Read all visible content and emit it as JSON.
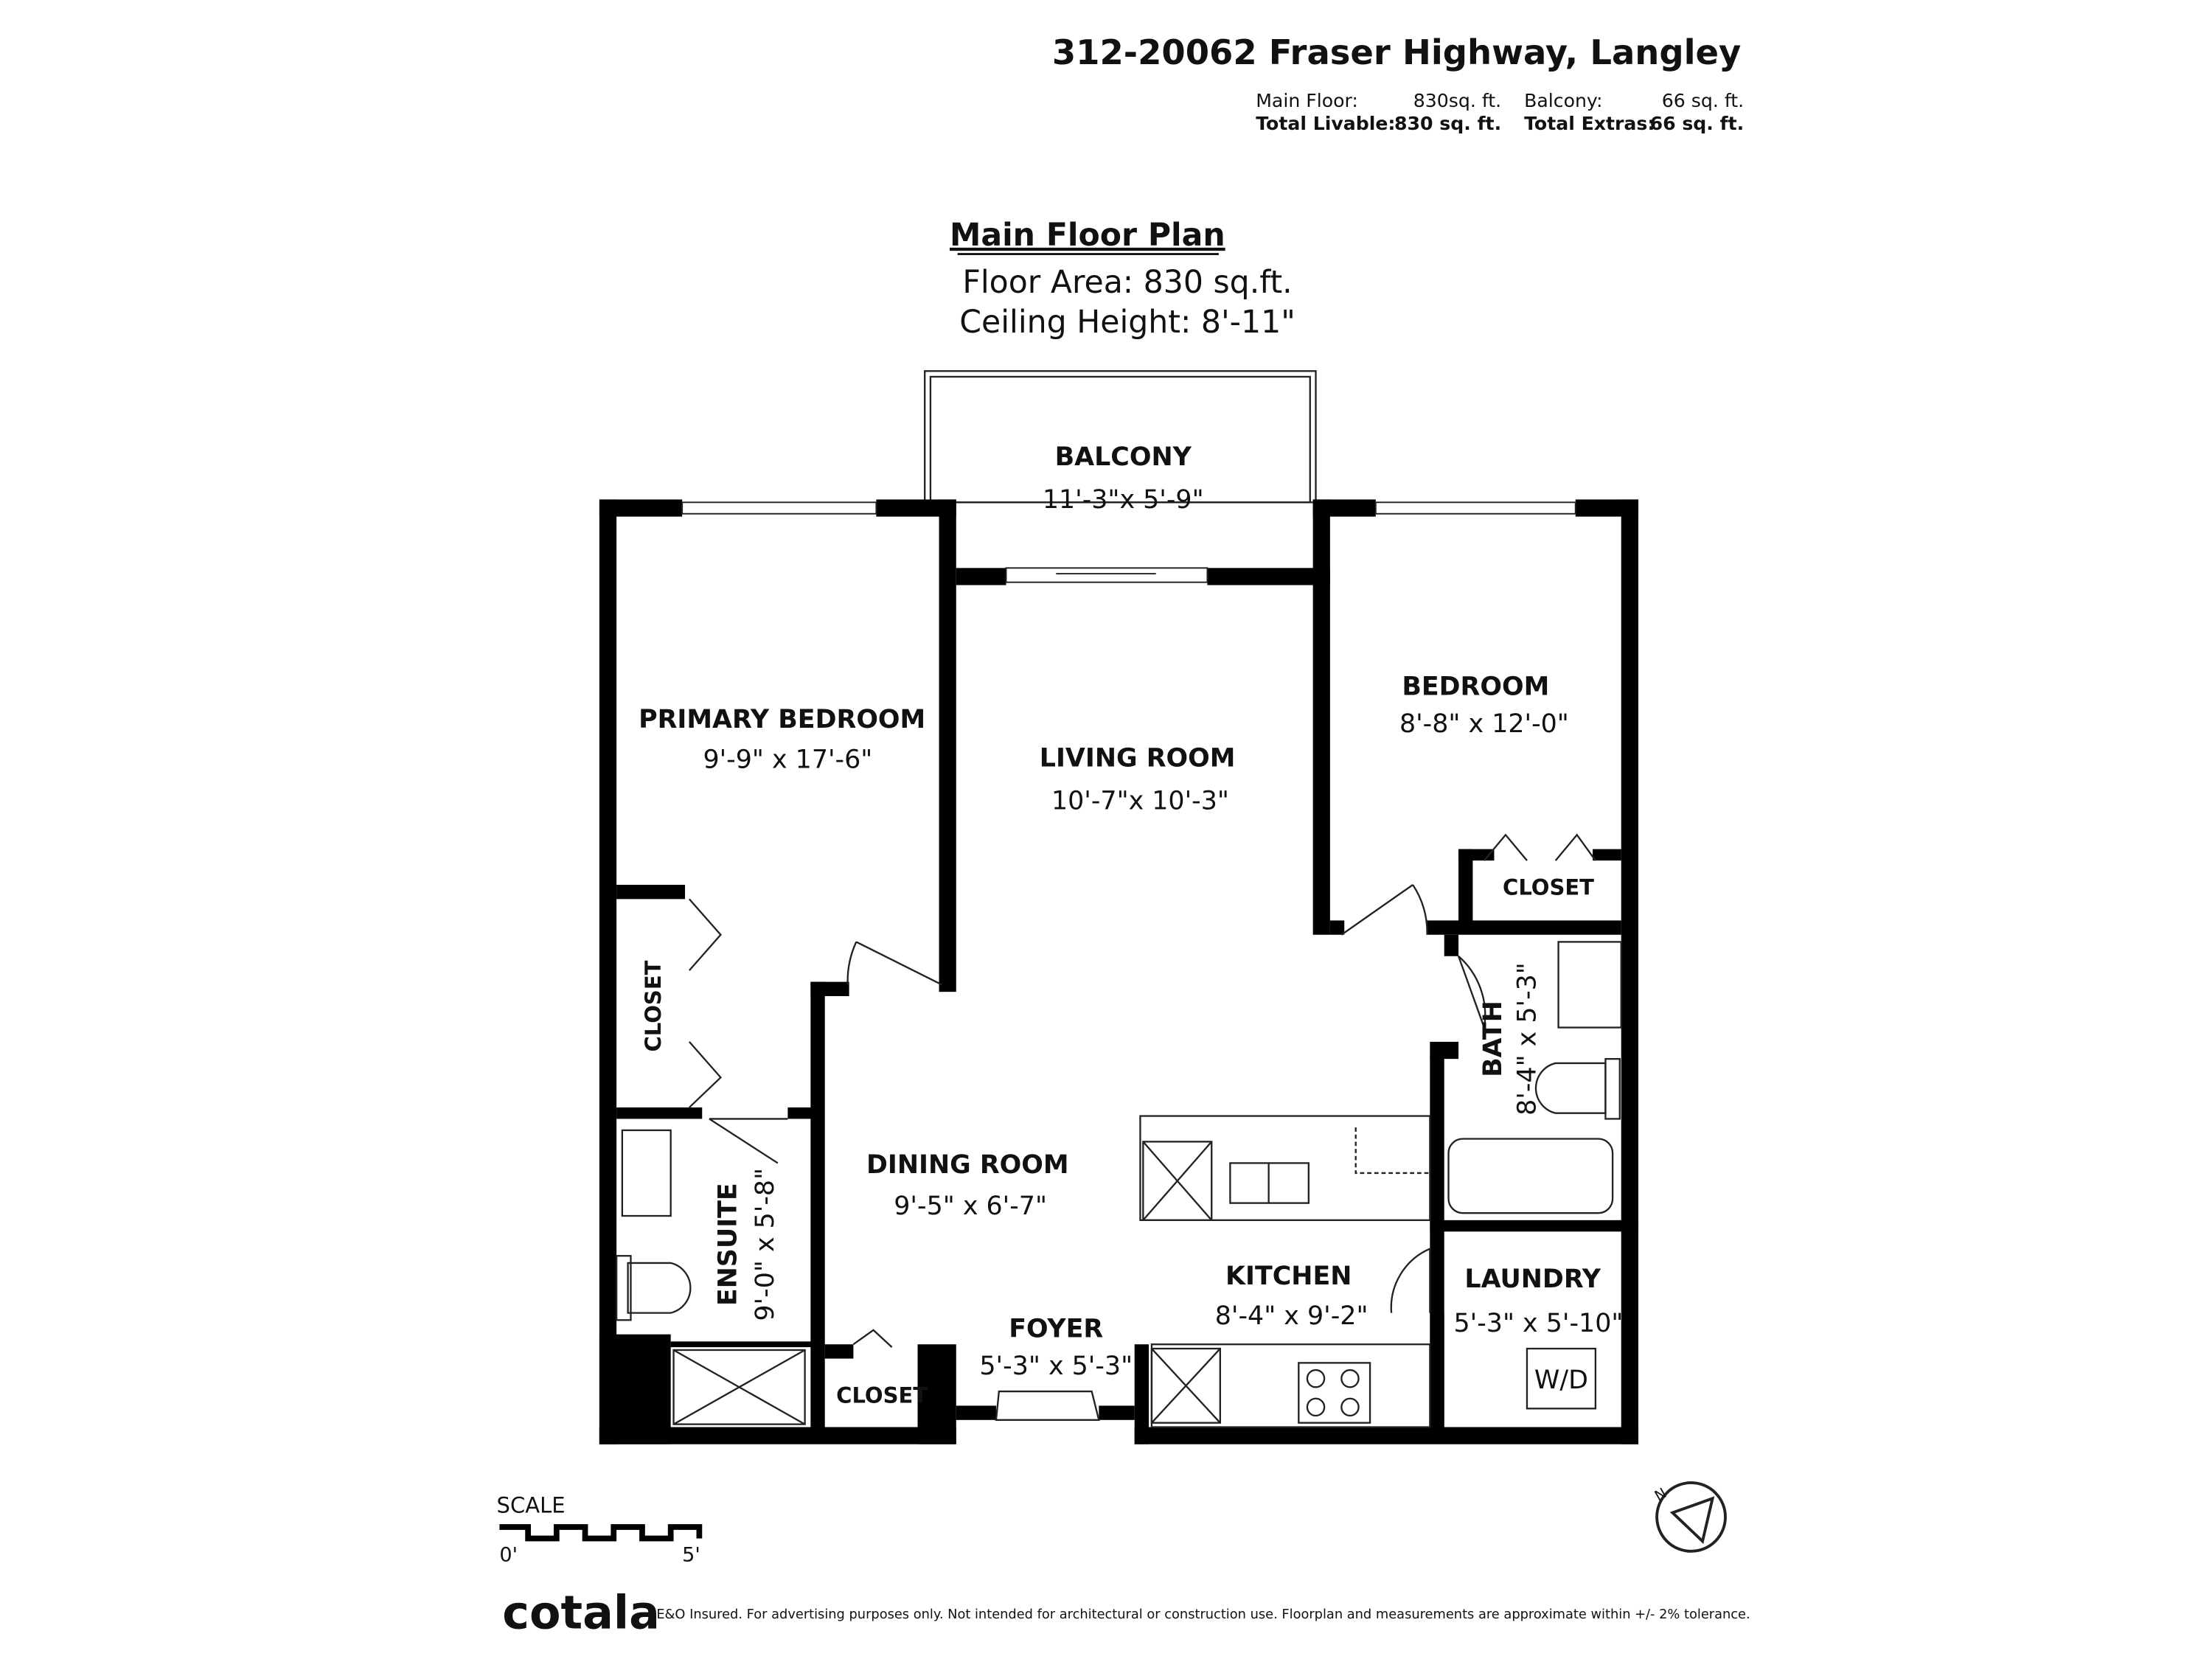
{
  "header": {
    "address": "312-20062 Fraser Highway, Langley",
    "summary": {
      "main_floor_label": "Main Floor:",
      "main_floor_value": "830sq. ft.",
      "balcony_label": "Balcony:",
      "balcony_value": "66 sq. ft.",
      "total_livable_label": "Total Livable:",
      "total_livable_value": "830 sq. ft.",
      "total_extras_label": "Total Extras:",
      "total_extras_value": "66 sq. ft."
    }
  },
  "plan": {
    "title": "Main Floor Plan",
    "floor_area": "Floor Area: 830 sq.ft.",
    "ceiling_height": "Ceiling Height: 8'-11\""
  },
  "rooms": {
    "balcony": {
      "name": "BALCONY",
      "dims": "11'-3\"x 5'-9\""
    },
    "primary_bedroom": {
      "name": "PRIMARY BEDROOM",
      "dims": "9'-9\" x 17'-6\""
    },
    "living_room": {
      "name": "LIVING ROOM",
      "dims": "10'-7\"x 10'-3\""
    },
    "bedroom": {
      "name": "BEDROOM",
      "dims": "8'-8\" x 12'-0\""
    },
    "bedroom_closet": {
      "name": "CLOSET"
    },
    "primary_closet": {
      "name": "CLOSET"
    },
    "bath": {
      "name": "BATH",
      "dims": "8'-4\" x 5'-3\""
    },
    "dining_room": {
      "name": "DINING ROOM",
      "dims": "9'-5\" x 6'-7\""
    },
    "ensuite": {
      "name": "ENSUITE",
      "dims": "9'-0\" x 5'-8\""
    },
    "kitchen": {
      "name": "KITCHEN",
      "dims": "8'-4\" x 9'-2\""
    },
    "laundry": {
      "name": "LAUNDRY",
      "dims": "5'-3\" x 5'-10\""
    },
    "washer_dryer": "W/D",
    "foyer": {
      "name": "FOYER",
      "dims": "5'-3\" x 5'-3\""
    },
    "foyer_closet": {
      "name": "CLOSET"
    }
  },
  "scale": {
    "label": "SCALE",
    "start": "0'",
    "end": "5'"
  },
  "compass": {
    "label": "N",
    "icon": "north-arrow-icon"
  },
  "footer": {
    "logo": "cotala",
    "disclaimer": "E&O Insured. For advertising purposes only. Not intended for architectural or construction use. Floorplan and measurements are approximate within +/- 2% tolerance."
  }
}
